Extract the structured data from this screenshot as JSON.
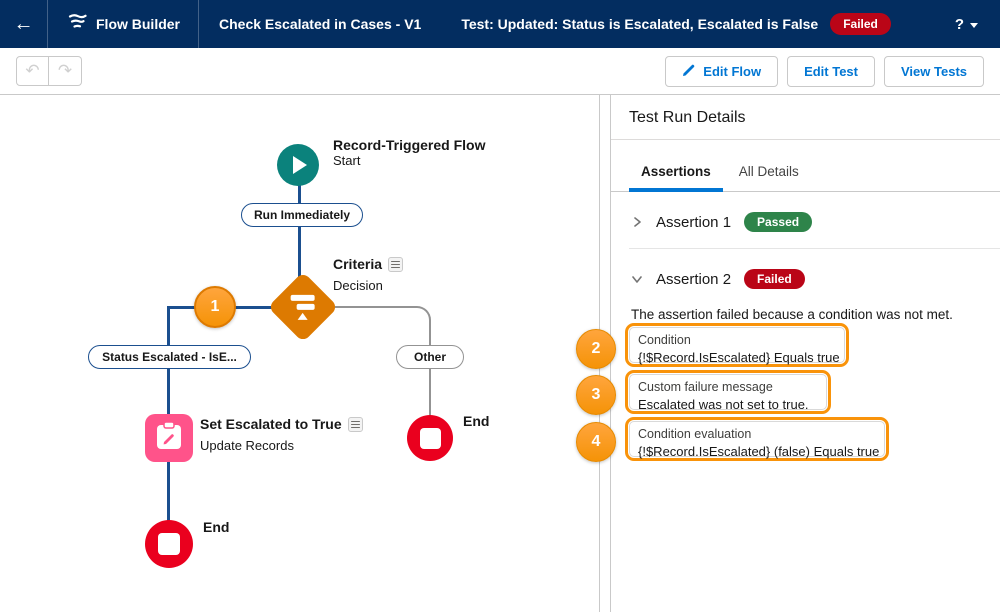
{
  "navbar": {
    "app_name": "Flow Builder",
    "flow_name": "Check Escalated in Cases - V1",
    "test_name": "Test: Updated: Status is Escalated, Escalated is False",
    "status_badge": "Failed",
    "help_label": "?"
  },
  "toolbar": {
    "edit_flow_label": "Edit Flow",
    "edit_test_label": "Edit Test",
    "view_tests_label": "View Tests"
  },
  "canvas": {
    "start_node": {
      "title": "Record-Triggered Flow",
      "subtitle": "Start"
    },
    "run_immediately_label": "Run Immediately",
    "decision_node": {
      "title": "Criteria",
      "subtitle": "Decision"
    },
    "branch_left_label": "Status Escalated - IsE...",
    "branch_right_label": "Other",
    "update_node": {
      "title": "Set Escalated to True",
      "subtitle": "Update Records"
    },
    "end_left_label": "End",
    "end_right_label": "End",
    "step_marker_1": "1"
  },
  "panel": {
    "title": "Test Run Details",
    "tabs": [
      {
        "label": "Assertions"
      },
      {
        "label": "All Details"
      }
    ],
    "assertion1": {
      "label": "Assertion 1",
      "status": "Passed"
    },
    "assertion2": {
      "label": "Assertion 2",
      "status": "Failed",
      "message": "The assertion failed because a condition was not met."
    },
    "callouts": [
      {
        "step": "2",
        "title": "Condition",
        "value": "{!$Record.IsEscalated} Equals true"
      },
      {
        "step": "3",
        "title": "Custom failure message",
        "value": "Escalated was not set to true."
      },
      {
        "step": "4",
        "title": "Condition evaluation",
        "value": "{!$Record.IsEscalated} (false) Equals true"
      }
    ]
  },
  "colors": {
    "navbar_bg": "#032d60",
    "brand_blue": "#0176d3",
    "start_teal": "#0b827c",
    "decision_orange": "#dd7a01",
    "highlight_orange": "#f9930a",
    "update_pink": "#ff538a",
    "end_red": "#ea001e",
    "passed_green": "#2e844a",
    "failed_red": "#ba0517",
    "connector_blue": "#1b4f8f",
    "connector_gray": "#939393"
  }
}
